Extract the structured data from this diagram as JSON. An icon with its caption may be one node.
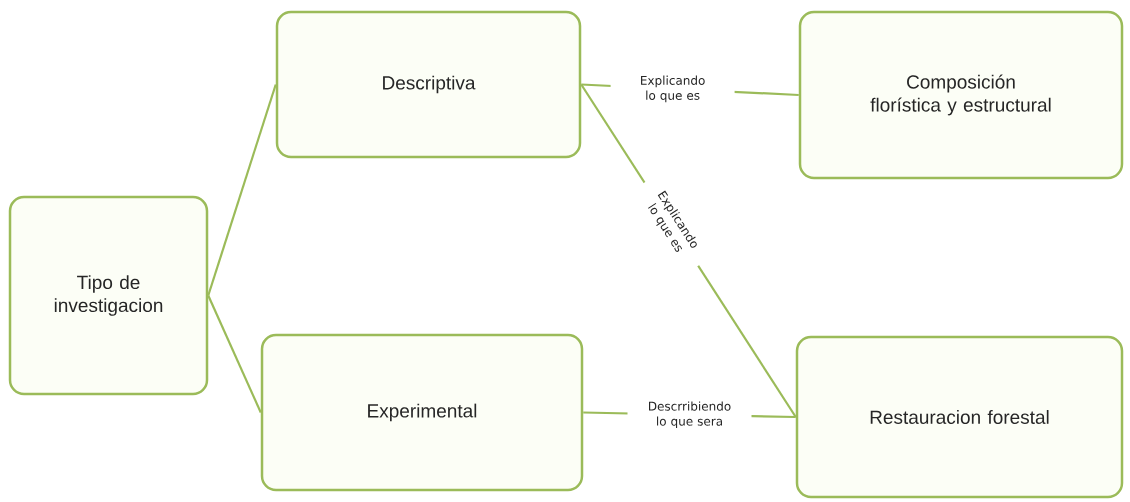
{
  "diagram": {
    "nodes": [
      {
        "text": [
          "Tipo de investigacion"
        ]
      },
      {
        "text": [
          "Descriptiva"
        ]
      },
      {
        "text": [
          "Composición florística y estructural"
        ]
      },
      {
        "text": [
          "Experimental"
        ]
      },
      {
        "text": [
          "Restauracion forestal"
        ]
      }
    ],
    "edges": [
      {
        "from": 0,
        "to": 1,
        "arrow": "none"
      },
      {
        "from": 0,
        "to": 3,
        "arrow": "none"
      },
      {
        "from": 1,
        "to": 2,
        "arrow": "none",
        "label": "Explicando lo que es"
      },
      {
        "from": 1,
        "to": 4,
        "arrow": "none",
        "label": "Explicando lo que es"
      },
      {
        "from": 3,
        "to": 4,
        "arrow": "none",
        "label": "Descrribiendo lo que sera"
      }
    ]
  }
}
